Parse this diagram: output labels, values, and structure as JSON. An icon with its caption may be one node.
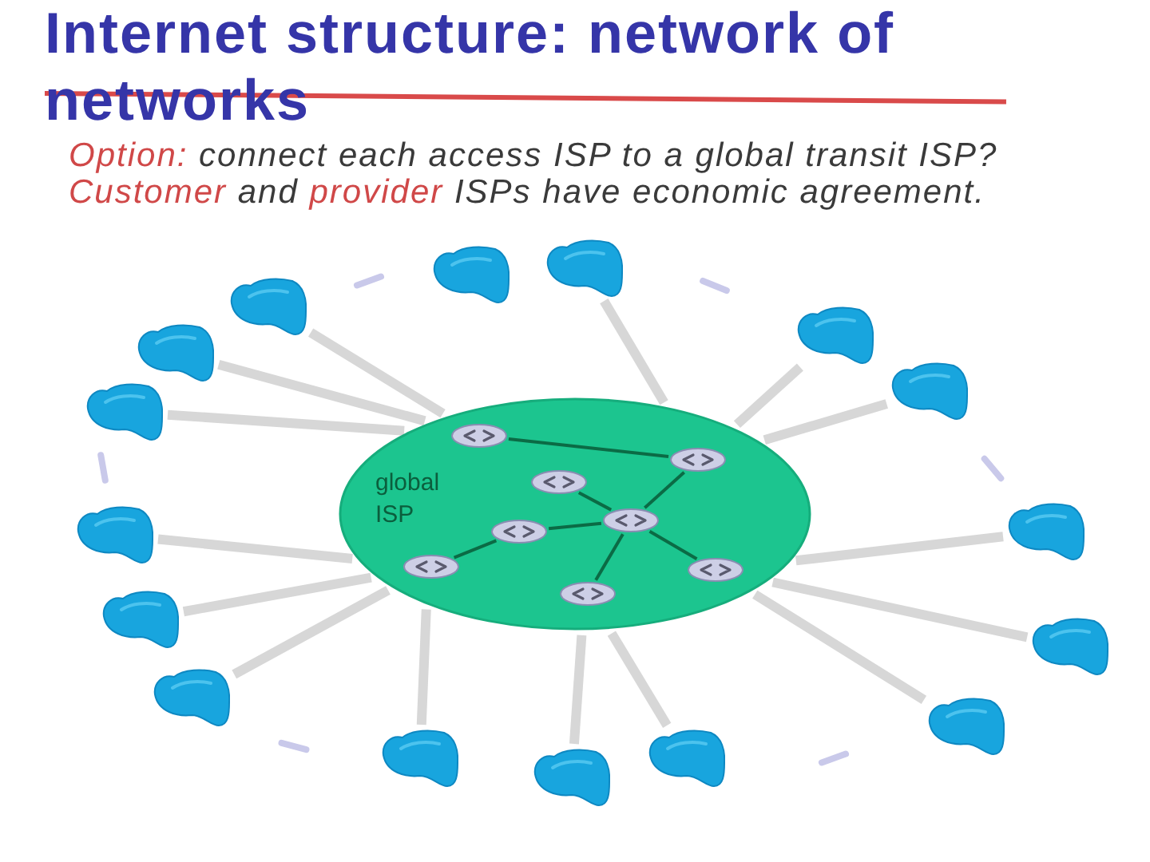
{
  "diagram": {
    "title": "Internet structure: network of networks",
    "nodes": [
      {
        "text": [
          "global ISP"
        ]
      },
      {
        "text": [],
        "shape": "cylinder",
        "in": 0
      },
      {
        "text": [],
        "shape": "cylinder",
        "in": 0
      },
      {
        "text": [],
        "shape": "cylinder",
        "in": 0
      },
      {
        "text": [],
        "shape": "cylinder",
        "in": 0
      },
      {
        "text": [],
        "shape": "cylinder",
        "in": 0
      },
      {
        "text": [],
        "shape": "cylinder",
        "in": 0
      },
      {
        "text": [],
        "shape": "cylinder",
        "in": 0
      },
      {
        "text": [],
        "shape": "cylinder",
        "in": 0
      },
      {
        "text": [],
        "shape": "cloud"
      },
      {
        "text": [],
        "shape": "cloud"
      },
      {
        "text": [],
        "shape": "cloud"
      },
      {
        "text": [],
        "shape": "cloud"
      },
      {
        "text": [],
        "shape": "cloud"
      },
      {
        "text": [],
        "shape": "cloud"
      },
      {
        "text": [],
        "shape": "cloud"
      },
      {
        "text": [],
        "shape": "cloud"
      },
      {
        "text": [],
        "shape": "cloud"
      },
      {
        "text": [],
        "shape": "cloud"
      },
      {
        "text": [],
        "shape": "cloud"
      },
      {
        "text": [],
        "shape": "cloud"
      },
      {
        "text": [],
        "shape": "cloud"
      },
      {
        "text": [],
        "shape": "cloud"
      },
      {
        "text": [],
        "shape": "cloud"
      },
      {
        "text": [],
        "shape": "cloud"
      }
    ],
    "edges": [
      {
        "from": 10,
        "to": 0,
        "arrow": "none"
      },
      {
        "from": 11,
        "to": 0,
        "arrow": "none"
      },
      {
        "from": 12,
        "to": 0,
        "arrow": "none"
      },
      {
        "from": 13,
        "to": 0,
        "arrow": "none"
      },
      {
        "from": 14,
        "to": 0,
        "arrow": "none"
      },
      {
        "from": 15,
        "to": 0,
        "arrow": "none"
      },
      {
        "from": 16,
        "to": 0,
        "arrow": "none"
      },
      {
        "from": 17,
        "to": 0,
        "arrow": "none"
      },
      {
        "from": 18,
        "to": 0,
        "arrow": "none"
      },
      {
        "from": 19,
        "to": 0,
        "arrow": "none"
      },
      {
        "from": 20,
        "to": 0,
        "arrow": "none"
      },
      {
        "from": 21,
        "to": 0,
        "arrow": "none"
      },
      {
        "from": 22,
        "to": 0,
        "arrow": "none"
      },
      {
        "from": 23,
        "to": 0,
        "arrow": "none"
      },
      {
        "from": 24,
        "to": 0,
        "arrow": "none"
      },
      {
        "from": 1,
        "to": 2,
        "arrow": "none",
        "color": "#0b6b45"
      },
      {
        "from": 2,
        "to": 5,
        "arrow": "none",
        "color": "#0b6b45"
      },
      {
        "from": 3,
        "to": 5,
        "arrow": "none",
        "color": "#0b6b45"
      },
      {
        "from": 4,
        "to": 5,
        "arrow": "none",
        "color": "#0b6b45"
      },
      {
        "from": 4,
        "to": 6,
        "arrow": "none",
        "color": "#0b6b45"
      },
      {
        "from": 5,
        "to": 8,
        "arrow": "none",
        "color": "#0b6b45"
      },
      {
        "from": 5,
        "to": 7,
        "arrow": "none",
        "color": "#0b6b45"
      }
    ],
    "labels": [
      "**Option:** connect each access ISP to a global transit ISP?",
      "**Customer** and **provider** ISPs have economic agreement."
    ]
  }
}
